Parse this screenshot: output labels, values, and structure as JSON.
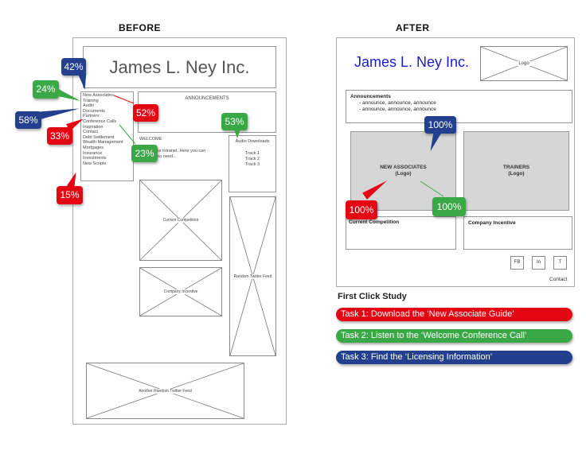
{
  "labels": {
    "before": "BEFORE",
    "after": "AFTER"
  },
  "before": {
    "company": "James L. Ney Inc.",
    "nav_items": [
      "New Associates",
      "Training",
      "Audio",
      "Documents",
      "Partners",
      "Conference Calls",
      "Inspiration",
      "Contact",
      "Debt Settlement",
      "Wealth Management",
      "Mortgages",
      "Insurance",
      "Investments",
      "New Scripts"
    ],
    "announcements": "ANNOUNCEMENTS",
    "welcome_title": "WELCOME",
    "welcome_text_1": "e to our intranet.  Here you can",
    "welcome_text_2": "info you need...",
    "audio_title": "Audio Downloads",
    "tracks": [
      "Track 1",
      "Track 2",
      "Track 3"
    ],
    "current_competition": "Current Competition",
    "company_incentive": "Company Incentive",
    "random_twitter": "Random Twitter Feed",
    "another_twitter": "Another Random Twitter Feed",
    "percentages": {
      "p42": "42%",
      "p24": "24%",
      "p58": "58%",
      "p33": "33%",
      "p52": "52%",
      "p23": "23%",
      "p53": "53%",
      "p15": "15%"
    }
  },
  "after": {
    "company": "James L. Ney Inc.",
    "logo": "Logo",
    "announcements_title": "Announcements",
    "announce_1": "- announce, announce, announce",
    "announce_2": "- announce, announce, announce",
    "new_associates": "NEW ASSOCIATES",
    "new_associates_sub": "(Logo)",
    "trainers": "TRAINERS",
    "trainers_sub": "(Logo)",
    "current_competition": "Current Competition",
    "company_incentive": "Company Incentive",
    "social": [
      "FB",
      "In",
      "T"
    ],
    "contact": "Contact",
    "percentages": {
      "blue": "100%",
      "red": "100%",
      "green": "100%"
    }
  },
  "study": {
    "title": "First Click Study",
    "tasks": [
      "Task 1: Download the ‘New Associate Guide’",
      "Task 2: Listen to the ‘Welcome Conference Call’",
      "Task 3: Find the ‘Licensing Information’"
    ]
  },
  "colors": {
    "red": "#e40613",
    "green": "#3aa846",
    "blue": "#23408e",
    "company_blue": "#1a1ad6"
  }
}
